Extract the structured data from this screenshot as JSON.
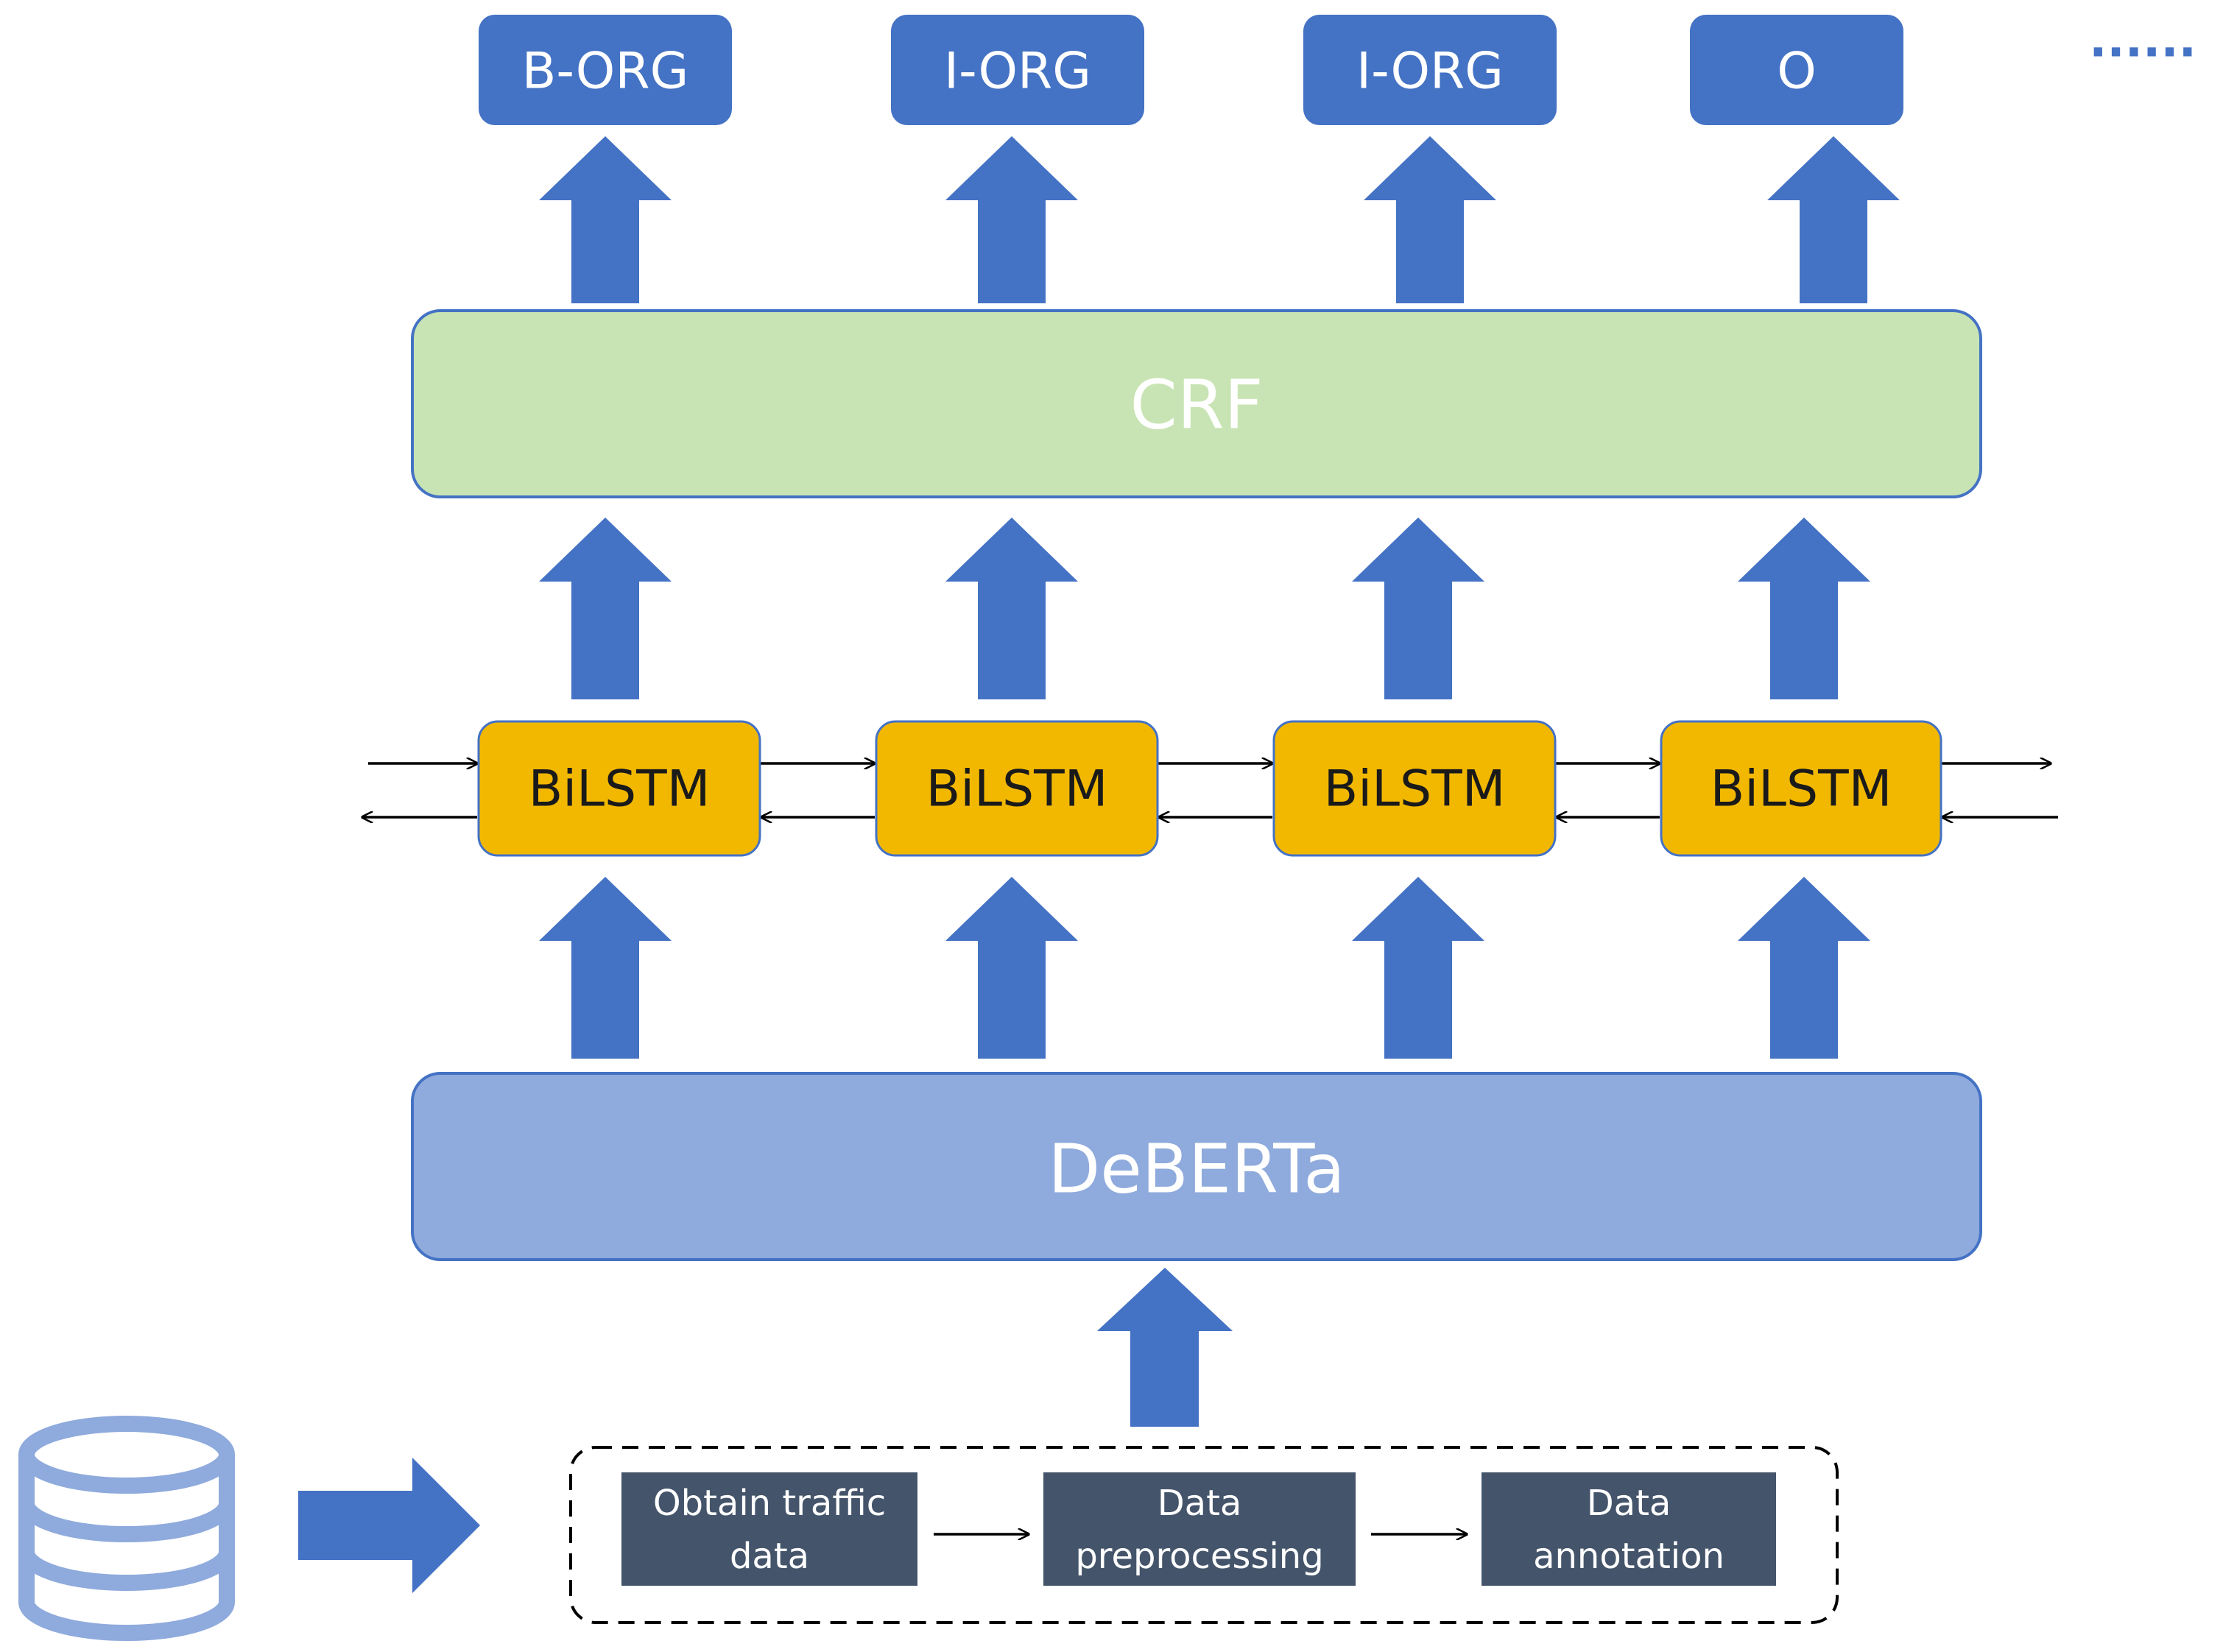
{
  "outputs": [
    {
      "label": "B-ORG"
    },
    {
      "label": "I-ORG"
    },
    {
      "label": "I-ORG"
    },
    {
      "label": "O"
    }
  ],
  "ellipsis": "······",
  "crf": {
    "label": "CRF"
  },
  "bilstm": [
    {
      "label": "BiLSTM"
    },
    {
      "label": "BiLSTM"
    },
    {
      "label": "BiLSTM"
    },
    {
      "label": "BiLSTM"
    }
  ],
  "deberta": {
    "label": "DeBERTa"
  },
  "pipeline": {
    "steps": [
      {
        "line1": "Obtain traffic",
        "line2": "data"
      },
      {
        "line1": "Data",
        "line2": "preprocessing"
      },
      {
        "line1": "Data",
        "line2": "annotation"
      }
    ]
  },
  "icons": {
    "database": "database-icon"
  },
  "colors": {
    "arrow_blue": "#4472C4",
    "crf_fill": "#C9E4B4",
    "bilstm_fill": "#F2B800",
    "deberta_fill": "#8FAADC",
    "step_fill": "#44546A",
    "db_stroke": "#8FAADC"
  }
}
